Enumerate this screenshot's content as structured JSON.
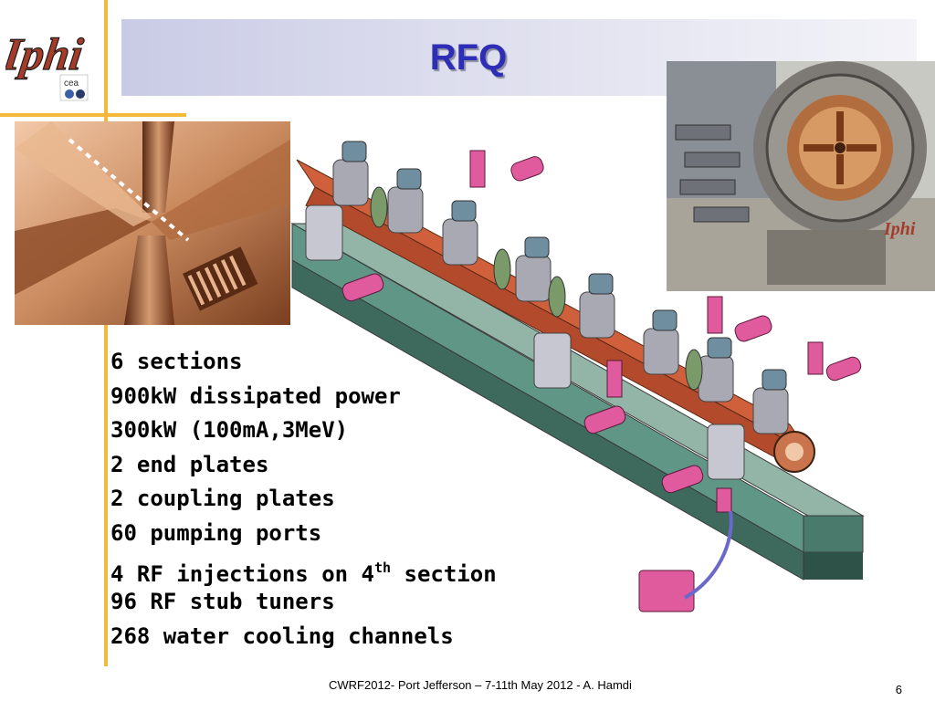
{
  "slide": {
    "title": "RFQ",
    "logo_text": "Iphi",
    "logo_sub": "cea",
    "logo_mini_text": "Iphi",
    "features": [
      {
        "text": "6 sections"
      },
      {
        "text": "900kW dissipated power"
      },
      {
        "text": "300kW (100mA,3MeV)"
      },
      {
        "text": "2 end plates"
      },
      {
        "text": "2 coupling plates"
      },
      {
        "text": "60 pumping ports"
      },
      {
        "text": "4 RF injections on 4",
        "sup": "th",
        "after": " section"
      },
      {
        "text": "96 RF stub tuners"
      },
      {
        "text": "268 water cooling channels"
      }
    ],
    "footer": "CWRF2012- Port Jefferson – 7-11th May 2012 - A. Hamdi",
    "page_number": "6"
  },
  "colors": {
    "accent_orange": "#f5b93a",
    "title_blue": "#2d2db5",
    "copper": "#d0603c",
    "base_green": "#5f9686",
    "port_pink": "#e05a9e"
  }
}
